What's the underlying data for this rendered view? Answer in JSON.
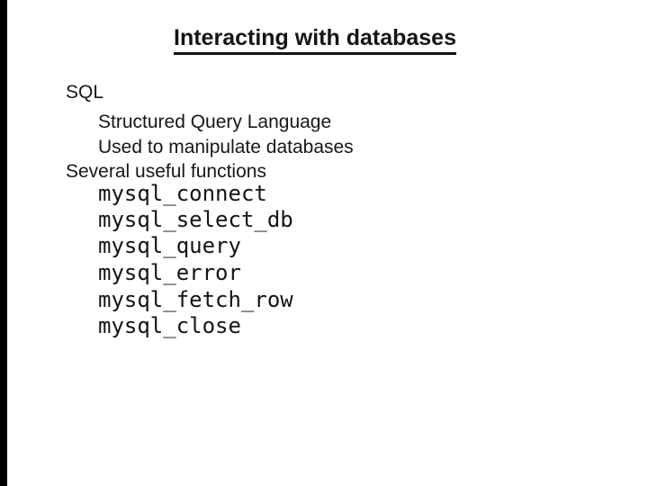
{
  "slide": {
    "title": "Interacting with databases",
    "body_lines": [
      {
        "text": "SQL",
        "indent": 0
      },
      {
        "text": "Structured Query Language",
        "indent": 1
      },
      {
        "text": "Used to manipulate databases",
        "indent": 1
      },
      {
        "text": "Several useful functions",
        "indent": 0
      }
    ],
    "code_lines": [
      "mysql_connect",
      "mysql_select_db",
      "mysql_query",
      "mysql_error",
      "mysql_fetch_row",
      "mysql_close"
    ],
    "colors": {
      "background": "#ffffff",
      "text": "#171717",
      "left_bar": "#000000"
    }
  }
}
